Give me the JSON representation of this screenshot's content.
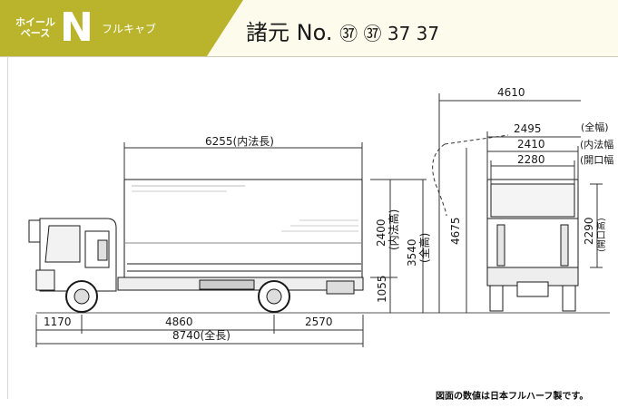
{
  "header": {
    "badge_line1": "ホイール",
    "badge_line2": "ベース",
    "badge_letter": "N",
    "cab_type": "フルキャブ",
    "spec_label": "諸元 No.",
    "spec_numbers": "㊲ ㊲ 37 37",
    "accent_color": "#b9b42c",
    "header_bg": "#fcfbec"
  },
  "side_view": {
    "inner_length": "6255(内法長)",
    "front_overhang": "1170",
    "wheelbase": "4860",
    "rear_overhang": "2570",
    "overall_length": "8740(全長)",
    "floor_height": "1055",
    "inner_height": "2400",
    "inner_height_note": "(内法高)",
    "overall_height": "3540",
    "overall_height_note": "(全高)"
  },
  "rear_view": {
    "door_swing": "4610",
    "overall_width": "2495",
    "overall_width_note": "(全幅)",
    "inner_width": "2410",
    "inner_width_note": "(内法幅",
    "opening_width": "2280",
    "opening_width_note": "(開口幅",
    "opening_height": "2290",
    "opening_height_note": "(開口高)",
    "wing_height": "4675"
  },
  "footer": {
    "note": "図面の数値は日本フルハーフ製です。"
  }
}
